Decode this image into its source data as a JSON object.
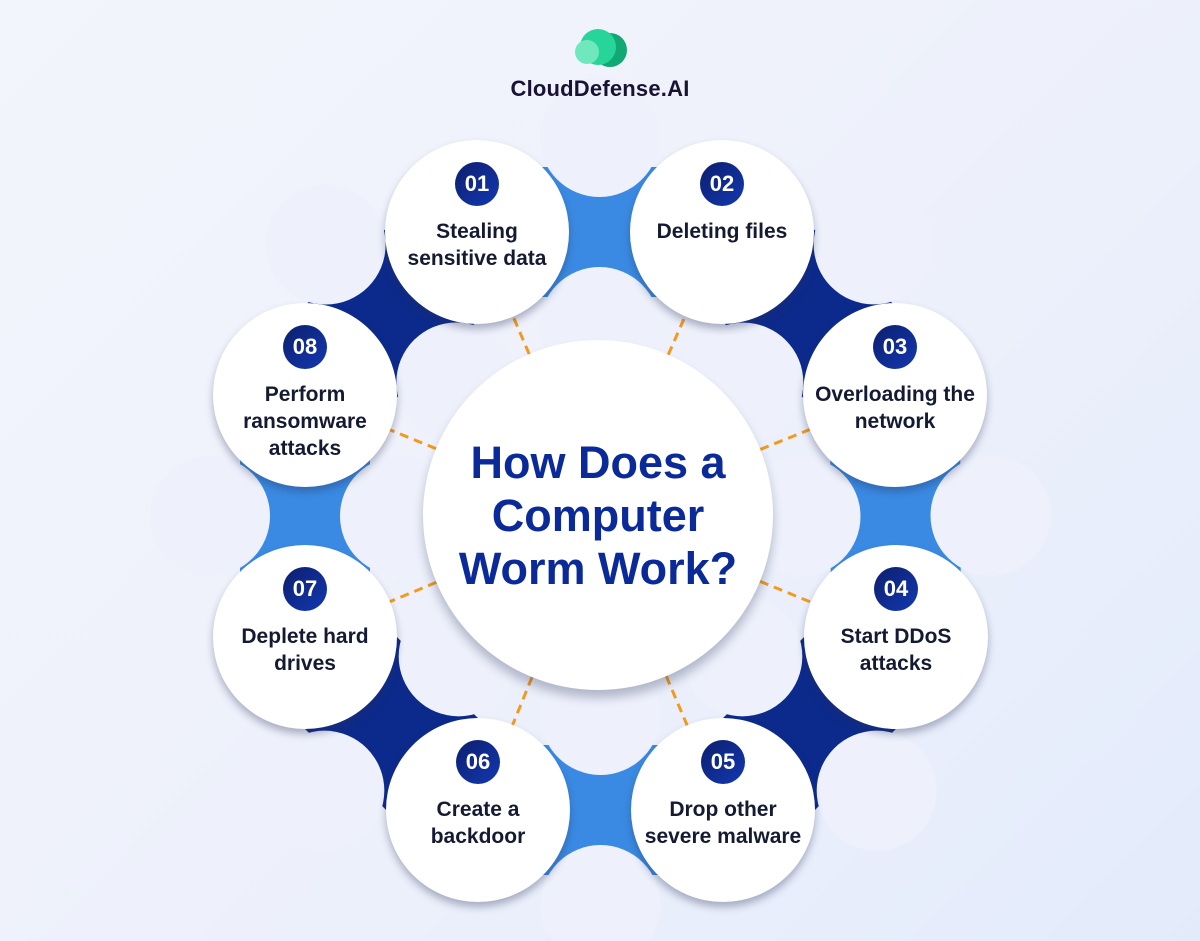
{
  "brand": {
    "name": "CloudDefense.AI"
  },
  "title": "How Does a Computer Worm Work?",
  "steps": [
    {
      "number": "01",
      "label": "Stealing sensitive data"
    },
    {
      "number": "02",
      "label": "Deleting files"
    },
    {
      "number": "03",
      "label": "Overloading the network"
    },
    {
      "number": "04",
      "label": "Start DDoS attacks"
    },
    {
      "number": "05",
      "label": "Drop other severe malware"
    },
    {
      "number": "06",
      "label": "Create a backdoor"
    },
    {
      "number": "07",
      "label": "Deplete hard drives"
    },
    {
      "number": "08",
      "label": "Perform ransomware attacks"
    }
  ],
  "colors": {
    "light_connector": "#3a8ae3",
    "dark_connector": "#0c2a8c",
    "dash": "#f39a1e",
    "background": "#eef1fb"
  }
}
